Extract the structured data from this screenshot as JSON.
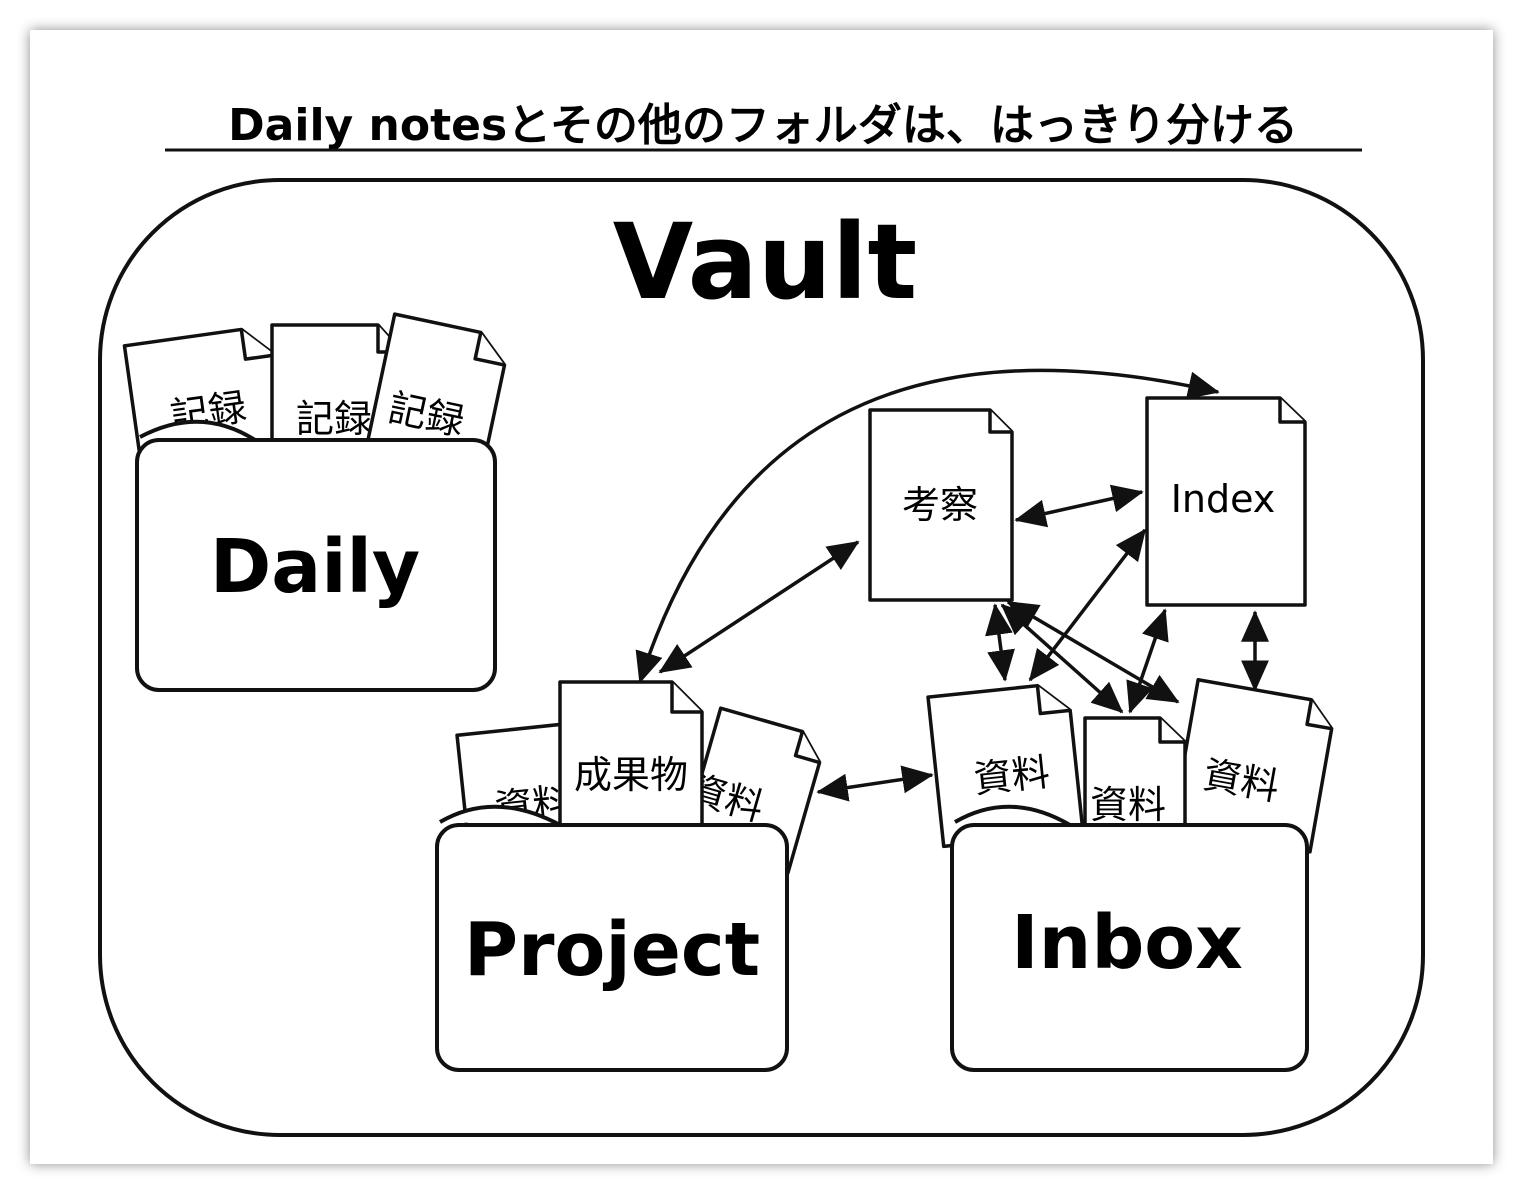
{
  "title": "Daily notesとその他のフォルダは、はっきり分ける",
  "vault": {
    "label": "Vault"
  },
  "folders": {
    "daily": {
      "label": "Daily",
      "docs": [
        "記録",
        "記録",
        "記録"
      ]
    },
    "project": {
      "label": "Project",
      "docs": [
        "資料",
        "成果物",
        "資料"
      ]
    },
    "inbox": {
      "label": "Inbox",
      "docs": [
        "資料",
        "資料",
        "資料"
      ]
    }
  },
  "notes": {
    "kousatsu": "考察",
    "index": "Index"
  },
  "colors": {
    "stroke": "#111111",
    "background": "#ffffff"
  }
}
